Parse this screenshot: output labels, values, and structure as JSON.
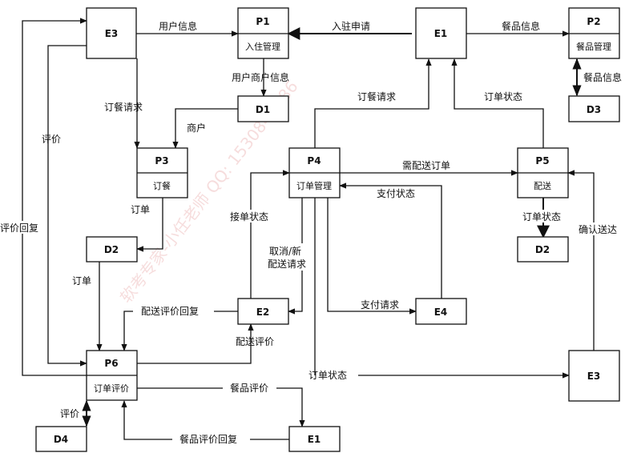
{
  "diagram": {
    "type": "data-flow-diagram",
    "watermark": "软考专家-小任老师 QQ: 1530841586",
    "nodes": {
      "e3_top": {
        "id": "E3",
        "kind": "external-entity"
      },
      "p1": {
        "id": "P1",
        "name": "入住管理",
        "kind": "process"
      },
      "e1_top": {
        "id": "E1",
        "kind": "external-entity"
      },
      "p2": {
        "id": "P2",
        "name": "餐品管理",
        "kind": "process"
      },
      "d1": {
        "id": "D1",
        "kind": "data-store"
      },
      "d3": {
        "id": "D3",
        "kind": "data-store"
      },
      "p3": {
        "id": "P3",
        "name": "订餐",
        "kind": "process"
      },
      "p4": {
        "id": "P4",
        "name": "订单管理",
        "kind": "process"
      },
      "p5": {
        "id": "P5",
        "name": "配送",
        "kind": "process"
      },
      "d2_left": {
        "id": "D2",
        "kind": "data-store"
      },
      "d2_right": {
        "id": "D2",
        "kind": "data-store"
      },
      "e2": {
        "id": "E2",
        "kind": "external-entity"
      },
      "e4": {
        "id": "E4",
        "kind": "external-entity"
      },
      "p6": {
        "id": "P6",
        "name": "订单评价",
        "kind": "process"
      },
      "e3_bottom": {
        "id": "E3",
        "kind": "external-entity"
      },
      "d4": {
        "id": "D4",
        "kind": "data-store"
      },
      "e1_bottom": {
        "id": "E1",
        "kind": "external-entity"
      }
    },
    "flows": {
      "user_info": {
        "label": "用户信息",
        "from": "E3",
        "to": "P1"
      },
      "checkin_apply": {
        "label": "入驻申请",
        "from": "E1",
        "to": "P1"
      },
      "dish_info": {
        "label": "餐品信息",
        "from": "E1",
        "to": "P2"
      },
      "dish_info_store": {
        "label": "餐品信息",
        "from": "P2",
        "to": "D3",
        "bidirectional": true
      },
      "user_merchant_info": {
        "label": "用户商户信息",
        "from": "P1",
        "to": "D1"
      },
      "order_meal_req_e3": {
        "label": "订餐请求",
        "from": "E3",
        "to": "P3"
      },
      "merchant": {
        "label": "商户",
        "from": "D1",
        "to": "P3"
      },
      "order_meal_req_e1": {
        "label": "订餐请求",
        "from": "P4",
        "to": "E1"
      },
      "order_status_e1": {
        "label": "订单状态",
        "from": "P5",
        "to": "E1"
      },
      "review": {
        "label": "评价",
        "from": "E3",
        "to": "P6"
      },
      "review_reply": {
        "label": "评价回复",
        "from": "P6",
        "to": "E3"
      },
      "order_p3_d2": {
        "label": "订单",
        "from": "P3",
        "to": "D2"
      },
      "order_d2_p6": {
        "label": "订单",
        "from": "D2",
        "to": "P6"
      },
      "need_delivery_order": {
        "label": "需配送订单",
        "from": "P4",
        "to": "P5"
      },
      "payment_status": {
        "label": "支付状态",
        "from": "E4",
        "to": "P4"
      },
      "accept_status": {
        "label": "接单状态",
        "from": "E2",
        "to": "P4"
      },
      "cancel_new_delivery": {
        "label": "取消/新\n配送请求",
        "label_lines": [
          "取消/新",
          "配送请求"
        ],
        "from": "P4",
        "to": "E2"
      },
      "payment_request": {
        "label": "支付请求",
        "from": "P4",
        "to": "E4"
      },
      "order_status_d2": {
        "label": "订单状态",
        "from": "P5",
        "to": "D2"
      },
      "confirm_delivered": {
        "label": "确认送达",
        "from": "E3",
        "to": "P5"
      },
      "delivery_review_reply": {
        "label": "配送评价回复",
        "from": "E2",
        "to": "P6"
      },
      "delivery_review": {
        "label": "配送评价",
        "from": "P6",
        "to": "E2"
      },
      "order_status_e3": {
        "label": "订单状态",
        "from": "P4",
        "to": "E3"
      },
      "dish_review": {
        "label": "餐品评价",
        "from": "P6",
        "to": "E1"
      },
      "dish_review_reply": {
        "label": "餐品评价回复",
        "from": "E1",
        "to": "P6"
      },
      "review_store": {
        "label": "评价",
        "from": "P6",
        "to": "D4",
        "bidirectional": true
      }
    }
  }
}
